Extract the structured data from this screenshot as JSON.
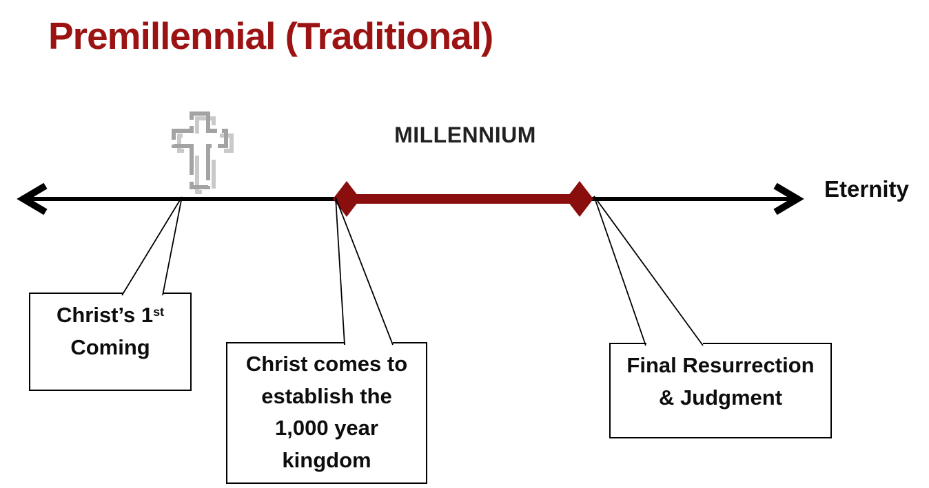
{
  "title": {
    "text": "Premillennial (Traditional)",
    "color": "#9C1313"
  },
  "timeline": {
    "millennium_label": "MILLENNIUM",
    "eternity_label": "Eternity",
    "line_color": "#000000",
    "millennium_bar_color": "#8B0E0E"
  },
  "cross_icon": {
    "name": "latin-cross-icon",
    "color": "#A3A3A3",
    "shadow_color": "#C9C9C9"
  },
  "callouts": [
    {
      "line1_main": "Christ’s 1",
      "line1_sup": "st",
      "line2": "Coming"
    },
    {
      "lines": [
        "Christ comes to",
        "establish the",
        "1,000 year",
        "kingdom"
      ]
    },
    {
      "lines": [
        "Final Resurrection",
        "& Judgment"
      ]
    }
  ]
}
